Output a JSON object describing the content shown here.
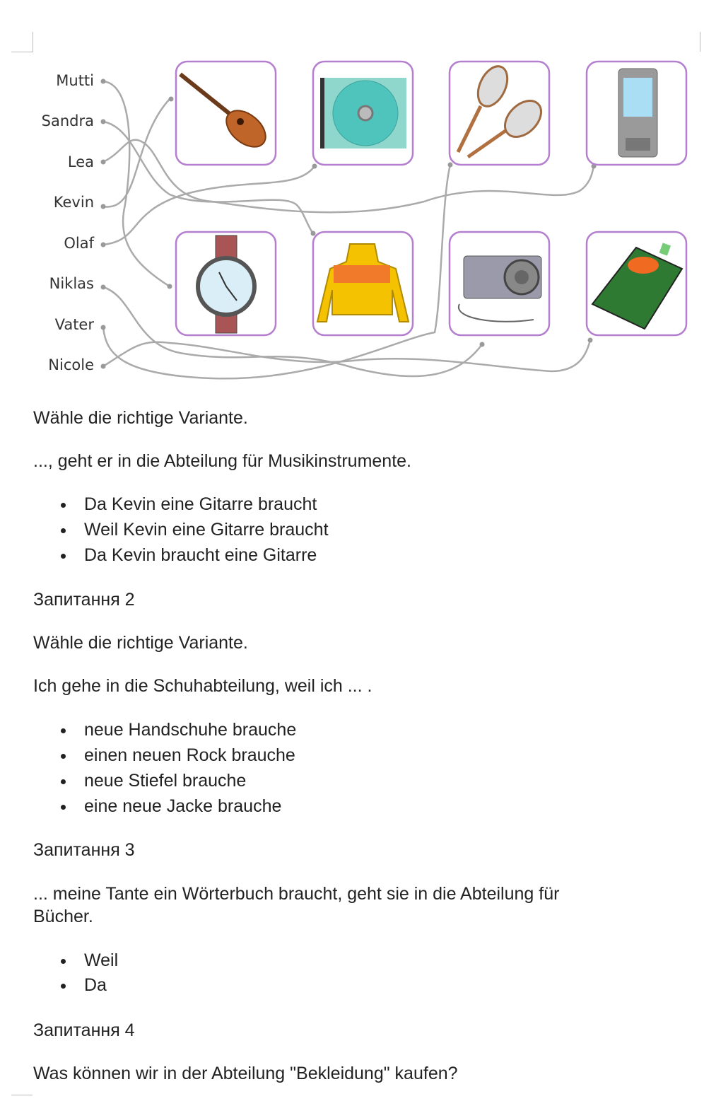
{
  "illustration": {
    "names": [
      "Mutti",
      "Sandra",
      "Lea",
      "Kevin",
      "Olaf",
      "Niklas",
      "Vater",
      "Nicole"
    ],
    "items": [
      "guitar",
      "cd",
      "tennis-rackets",
      "mobile-phone",
      "watch",
      "sweater",
      "camera",
      "book"
    ]
  },
  "questions": [
    {
      "instruction": "Wähle die richtige Variante.",
      "prompt": "..., geht er in die Abteilung für Musikinstrumente.",
      "options": [
        "Da Kevin eine Gitarre braucht",
        "Weil Kevin eine Gitarre braucht",
        "Da Kevin braucht eine Gitarre"
      ]
    },
    {
      "heading": "Запитання 2",
      "instruction": "Wähle die richtige Variante.",
      "prompt": "Ich gehe in die Schuhabteilung, weil ich ... .",
      "options": [
        "neue Handschuhe brauche",
        "einen neuen Rock brauche",
        "neue Stiefel brauche",
        "eine neue Jacke brauche"
      ]
    },
    {
      "heading": "Запитання 3",
      "prompt_line1": "... meine Tante ein Wörterbuch braucht, geht sie in die Abteilung für",
      "prompt_line2": "Bücher.",
      "options": [
        "Weil",
        "Da"
      ]
    },
    {
      "heading": "Запитання 4",
      "prompt": "Was können wir in der Abteilung \"Bekleidung\" kaufen?"
    }
  ]
}
